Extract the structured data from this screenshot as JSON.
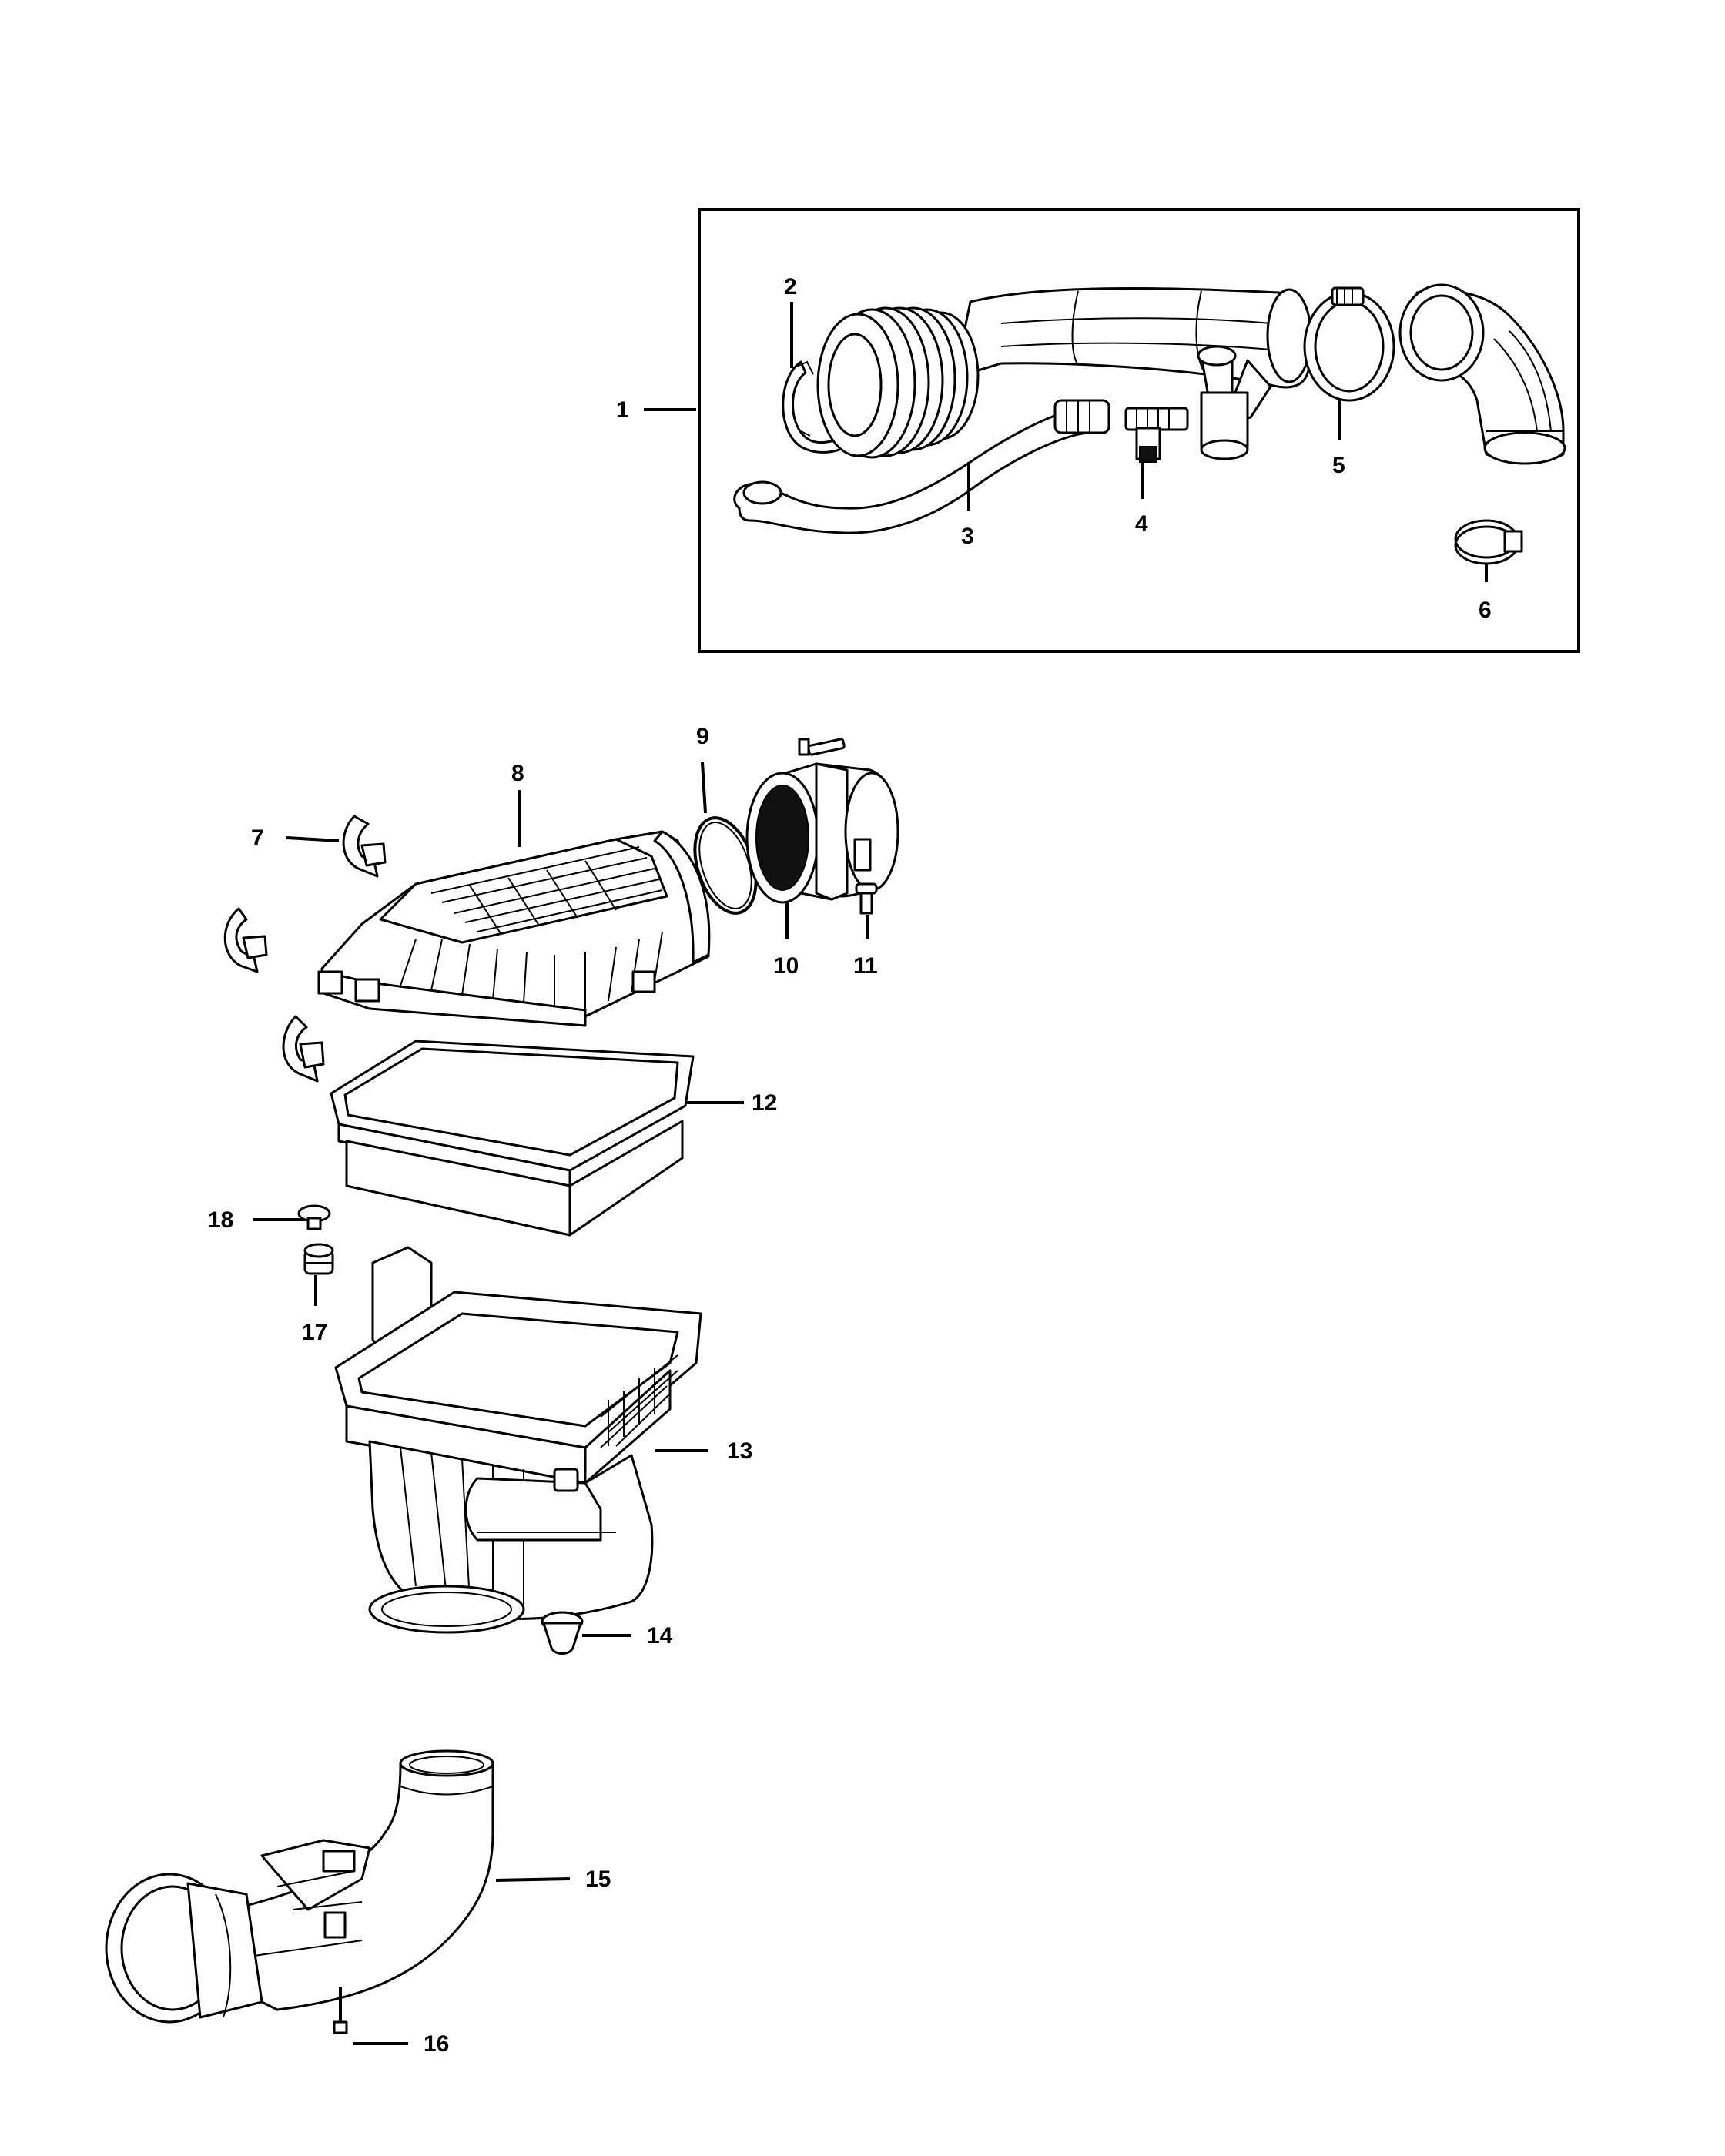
{
  "callouts": {
    "c1": "1",
    "c2": "2",
    "c3": "3",
    "c4": "4",
    "c5": "5",
    "c6": "6",
    "c7": "7",
    "c8": "8",
    "c9": "9",
    "c10": "10",
    "c11": "11",
    "c12": "12",
    "c13": "13",
    "c14": "14",
    "c15": "15",
    "c16": "16",
    "c17": "17",
    "c18": "18"
  },
  "icons": {
    "inlet-duct-assembly": "air-inlet-duct-icon",
    "clamp": "hose-clamp-icon",
    "hose": "vent-hose-icon",
    "fitting": "tee-fitting-icon",
    "airbox-cover": "air-cleaner-cover-icon",
    "gasket": "o-ring-icon",
    "sensor": "mass-air-flow-sensor-icon",
    "screw": "screw-icon",
    "filter": "air-filter-element-icon",
    "housing": "air-cleaner-housing-icon",
    "grommet": "grommet-icon",
    "duct": "intake-duct-icon",
    "bolt": "bolt-icon",
    "insulator": "insulator-icon",
    "pushpin": "push-pin-icon",
    "latch": "spring-latch-icon"
  }
}
